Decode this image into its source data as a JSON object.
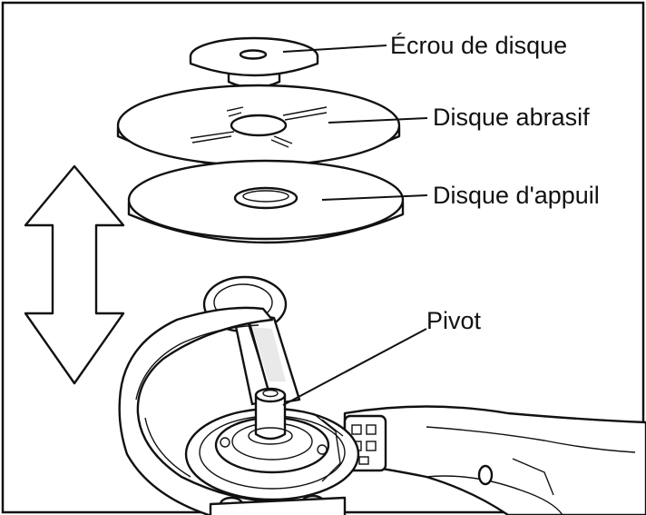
{
  "labels": {
    "nut": "Écrou de disque",
    "abrasive": "Disque abrasif",
    "backing": "Disque d'appuil",
    "pivot": "Pivot"
  },
  "colors": {
    "stroke": "#111111",
    "background": "#ffffff"
  },
  "icons": {
    "direction": "double-arrow-vertical-icon"
  }
}
